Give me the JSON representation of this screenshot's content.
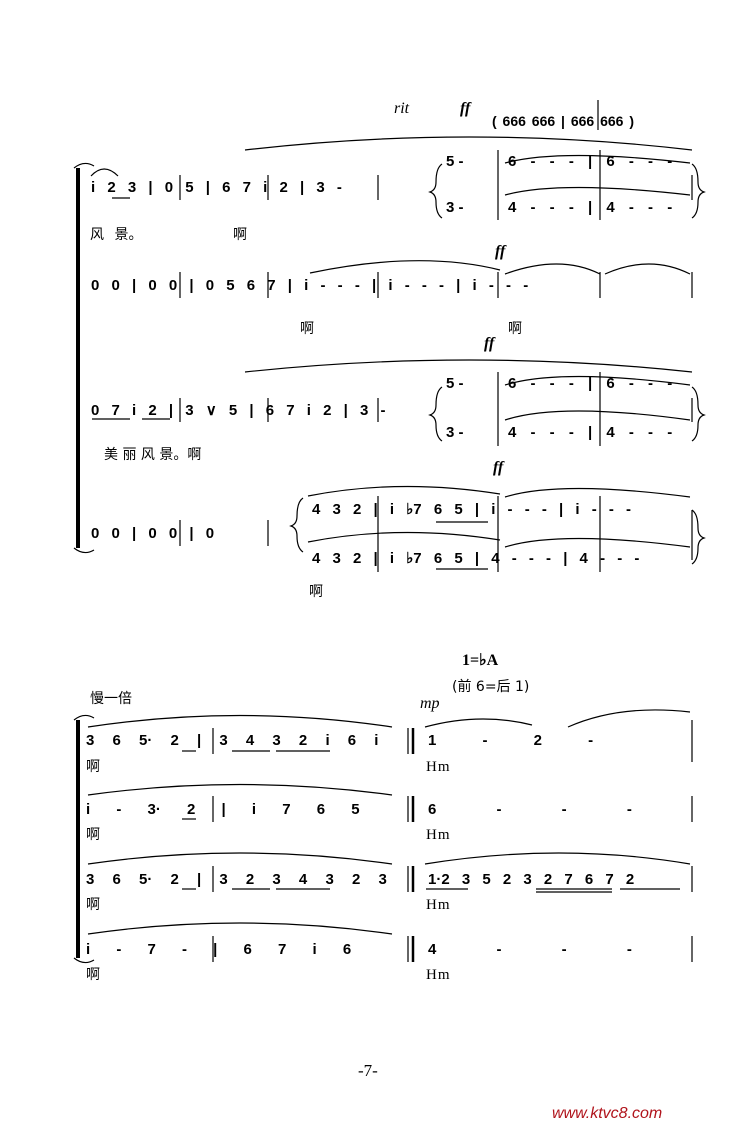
{
  "sys1": {
    "rit": "rit",
    "ff_top": "ff",
    "paren": "( 666 666 | 666 666 )",
    "p1": {
      "m": "i 2 3  | 0 5 | 6 7 i 2 | 3 -",
      "a": "5 -",
      "b": "3 -",
      "a2": "6 - - - | 6 - - -",
      "b2": "4 - - - | 4 - - -",
      "lyric1": "风  景。",
      "lyric2": "啊"
    },
    "p2": {
      "m": "0 0 | 0 0 | 0 5 6 7 | i - - - | i - - - | i - - -",
      "ff": "ff",
      "lyric1": "啊",
      "lyric2": "啊"
    },
    "p3": {
      "m": "0 7 i 2 | 3 ∨ 5 | 6 7 i 2 | 3 -",
      "a": "5 -",
      "b": "3 -",
      "a2": "6 - - - | 6 - - -",
      "b2": "4 - - - | 4 - - -",
      "ff": "ff",
      "lyric": "美 丽 风  景。啊"
    },
    "p4": {
      "m": "0 0 | 0 0 | 0",
      "a": "4 3 2 | i ♭7 6 5 | i - - - | i - - -",
      "b": "4 3 2 | i ♭7 6 5 | 4 - - - | 4 - - -",
      "ff": "ff",
      "lyric": "啊"
    }
  },
  "sys2": {
    "key": "1=♭A",
    "key_note": "(前 6=后 1)",
    "tempo": "慢一倍",
    "mp": "mp",
    "v1": {
      "m": "3 6 5· 2 | 3 4 3 2 i 6 i",
      "r": "1 - 2 -",
      "lyric": "啊",
      "hm": "Hm"
    },
    "v2": {
      "m": "i - 3· 2 | i 7 6 5",
      "r": "6 - - -",
      "lyric": "啊",
      "hm": "Hm"
    },
    "v3": {
      "m": "3 6 5· 2 | 3 2 3 4 3 2 3",
      "r": "1·2 3 5  2 3 2 7  6 7 2",
      "lyric": "啊",
      "hm": "Hm"
    },
    "v4": {
      "m": "i - 7 - | 6 7 i 6",
      "r": "4 - - -",
      "lyric": "啊",
      "hm": "Hm"
    }
  },
  "page_number": "-7-",
  "watermark": "www.ktvc8.com"
}
